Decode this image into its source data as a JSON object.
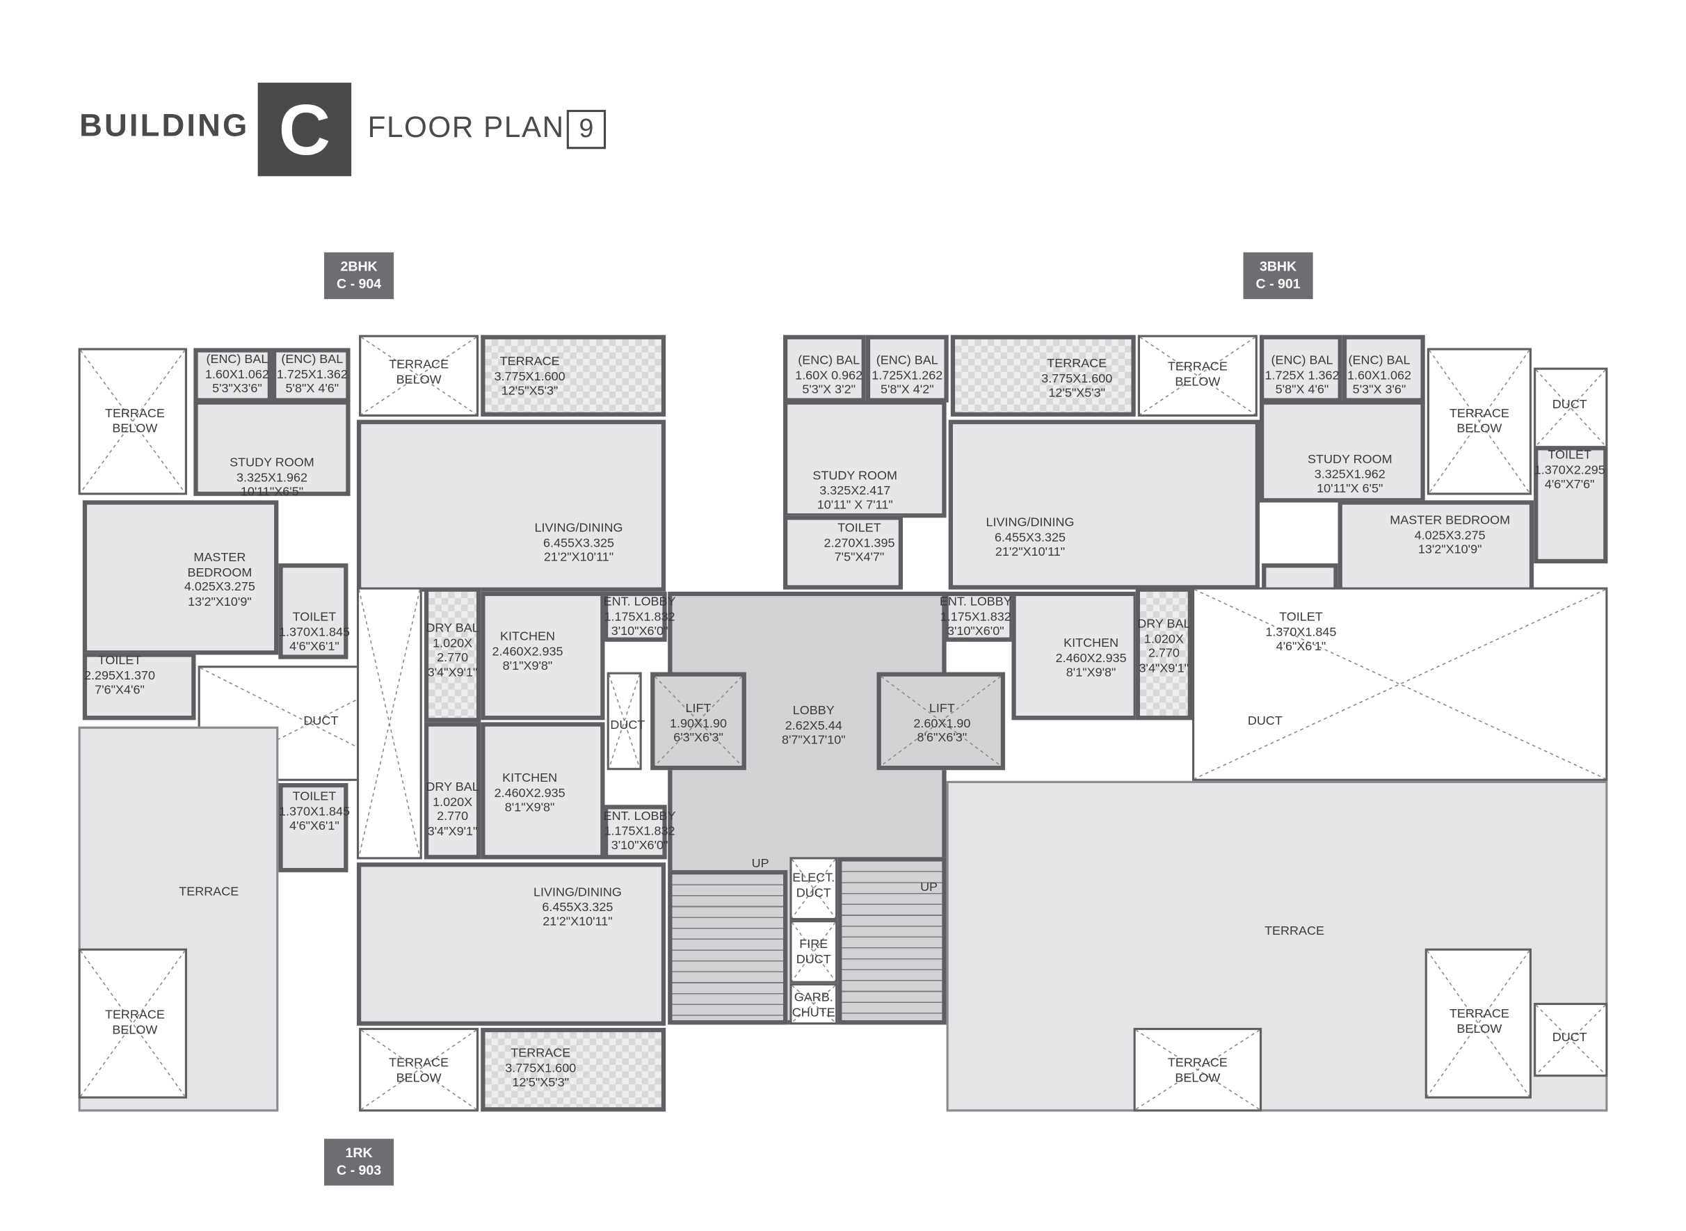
{
  "header": {
    "building_label": "BUILDING",
    "building_letter": "C",
    "floor_plan_label": "FLOOR PLAN",
    "floor_number": "9"
  },
  "unit_tags": [
    {
      "type": "2BHK",
      "unit": "C - 904"
    },
    {
      "type": "3BHK",
      "unit": "C - 901"
    },
    {
      "type": "1RK",
      "unit": "C - 903"
    }
  ],
  "colors": {
    "wall": "#5e5f63",
    "room_fill": "#e6e7e8",
    "tag": "#6d6e71",
    "header": "#4a4a4c"
  },
  "rooms": [
    {
      "lines": [
        "TERRACE",
        "BELOW"
      ]
    },
    {
      "lines": [
        "(ENC) BAL",
        "1.60X1.062",
        "5'3\"X3'6\""
      ]
    },
    {
      "lines": [
        "(ENC) BAL",
        "1.725X1.362",
        "5'8\"X 4'6\""
      ]
    },
    {
      "lines": [
        "STUDY ROOM",
        "3.325X1.962",
        "10'11\"X6'5\""
      ]
    },
    {
      "lines": [
        "TERRACE",
        "BELOW"
      ]
    },
    {
      "lines": [
        "TERRACE",
        "3.775X1.600",
        "12'5\"X5'3\""
      ]
    },
    {
      "lines": [
        "LIVING/DINING",
        "6.455X3.325",
        "21'2\"X10'11\""
      ]
    },
    {
      "lines": [
        "MASTER",
        "BEDROOM",
        "4.025X3.275",
        "13'2\"X10'9\""
      ]
    },
    {
      "lines": [
        "TOILET",
        "1.370X1.845",
        "4'6\"X6'1\""
      ]
    },
    {
      "lines": [
        "TOILET",
        "2.295X1.370",
        "7'6\"X4'6\""
      ]
    },
    {
      "lines": [
        "DUCT"
      ]
    },
    {
      "lines": []
    },
    {
      "lines": [
        "DRY BAL",
        "1.020X",
        "2.770",
        "3'4\"X9'1\""
      ]
    },
    {
      "lines": [
        "KITCHEN",
        "2.460X2.935",
        "8'1\"X9'8\""
      ]
    },
    {
      "lines": [
        "ENT. LOBBY",
        "1.175X1.832",
        "3'10\"X6'0\""
      ]
    },
    {
      "lines": [
        "DUCT"
      ]
    },
    {
      "lines": [
        "DRY BAL",
        "1.020X",
        "2.770",
        "3'4\"X9'1\""
      ]
    },
    {
      "lines": [
        "KITCHEN",
        "2.460X2.935",
        "8'1\"X9'8\""
      ]
    },
    {
      "lines": [
        "ENT. LOBBY",
        "1.175X1.832",
        "3'10\"X6'0\""
      ]
    },
    {
      "lines": [
        "TERRACE"
      ]
    },
    {
      "lines": [
        "TERRACE",
        "BELOW"
      ]
    },
    {
      "lines": [
        "TOILET",
        "1.370X1.845",
        "4'6\"X6'1\""
      ]
    },
    {
      "lines": [
        "LIVING/DINING",
        "6.455X3.325",
        "21'2\"X10'11\""
      ]
    },
    {
      "lines": [
        "TERRACE",
        "BELOW"
      ]
    },
    {
      "lines": [
        "TERRACE",
        "3.775X1.600",
        "12'5\"X5'3\""
      ]
    },
    {
      "lines": [
        "LOBBY",
        "2.62X5.44",
        "8'7\"X17'10\""
      ]
    },
    {
      "lines": [
        "LIFT",
        "1.90X1.90",
        "6'3\"X6'3\""
      ]
    },
    {
      "lines": [
        "LIFT",
        "2.60X1.90",
        "8'6\"X6'3\""
      ]
    },
    {
      "lines": [
        "UP"
      ]
    },
    {
      "lines": [
        "ELECT.",
        "DUCT"
      ]
    },
    {
      "lines": [
        "FIRE",
        "DUCT"
      ]
    },
    {
      "lines": [
        "GARB.",
        "CHUTE"
      ]
    },
    {
      "lines": [
        "UP"
      ]
    },
    {
      "lines": [
        "(ENC) BAL",
        "1.60X 0.962",
        "5'3\"X 3'2\""
      ]
    },
    {
      "lines": [
        "(ENC) BAL",
        "1.725X1.262",
        "5'8\"X 4'2\""
      ]
    },
    {
      "lines": [
        "TERRACE",
        "3.775X1.600",
        "12'5\"X5'3\""
      ]
    },
    {
      "lines": [
        "TERRACE",
        "BELOW"
      ]
    },
    {
      "lines": [
        "STUDY ROOM",
        "3.325X2.417",
        "10'11\" X 7'11\""
      ]
    },
    {
      "lines": [
        "TOILET",
        "2.270X1.395",
        "7'5\"X4'7\""
      ]
    },
    {
      "lines": [
        "LIVING/DINING",
        "6.455X3.325",
        "21'2\"X10'11\""
      ]
    },
    {
      "lines": [
        "ENT. LOBBY",
        "1.175X1.832",
        "3'10\"X6'0\""
      ]
    },
    {
      "lines": [
        "KITCHEN",
        "2.460X2.935",
        "8'1\"X9'8\""
      ]
    },
    {
      "lines": [
        "DRY BAL",
        "1.020X",
        "2.770",
        "3'4\"X9'1\""
      ]
    },
    {
      "lines": [
        "(ENC) BAL",
        "1.725X 1.362",
        "5'8\"X 4'6\""
      ]
    },
    {
      "lines": [
        "(ENC) BAL",
        "1.60X1.062",
        "5'3\"X 3'6\""
      ]
    },
    {
      "lines": [
        "STUDY ROOM",
        "3.325X1.962",
        "10'11\"X 6'5\""
      ]
    },
    {
      "lines": [
        "TERRACE",
        "BELOW"
      ]
    },
    {
      "lines": [
        "DUCT"
      ]
    },
    {
      "lines": [
        "TOILET",
        "1.370X2.295",
        "4'6\"X7'6\""
      ]
    },
    {
      "lines": [
        "MASTER BEDROOM",
        "4.025X3.275",
        "13'2\"X10'9\""
      ]
    },
    {
      "lines": [
        "TOILET",
        "1.370X1.845",
        "4'6\"X6'1\""
      ]
    },
    {
      "lines": [
        "TERRACE"
      ]
    },
    {
      "lines": [
        "DUCT"
      ]
    },
    {
      "lines": [
        "TERRACE",
        "BELOW"
      ]
    },
    {
      "lines": [
        "TERRACE",
        "BELOW"
      ]
    },
    {
      "lines": [
        "DUCT"
      ]
    }
  ]
}
